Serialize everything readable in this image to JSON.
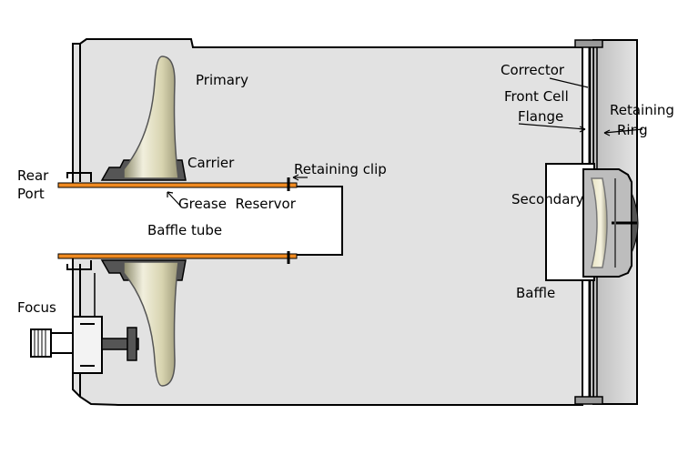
{
  "labels": {
    "primary": "Primary",
    "carrier": "Carrier",
    "retaining_clip": "Retaining clip",
    "rear": "Rear",
    "port": "Port",
    "grease_reservor": "Grease  Reservor",
    "baffle_tube": "Baffle tube",
    "corrector": "Corrector",
    "front_cell": "Front Cell",
    "flange": "Flange",
    "retaining": "Retaining",
    "ring": "Ring",
    "secondary": "Secondary",
    "baffle": "Baffle",
    "focus": "Focus"
  },
  "colors": {
    "tube_fill": "#e2e2e2",
    "outline": "#000000",
    "mirror_light": "#f1efdd",
    "mirror_mid": "#c9c5a2",
    "mirror_dark": "#8c8a6c",
    "grease": "#f08a20",
    "part_gray": "#555555",
    "flange_gray": "#9a9a9a",
    "background": "#ffffff"
  }
}
